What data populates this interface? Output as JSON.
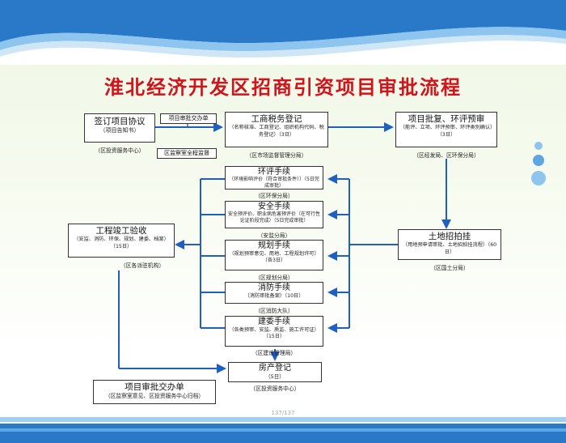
{
  "title": "淮北经济开发区招商引资项目审批流程",
  "page_number": "137/137",
  "nodes": {
    "sign": {
      "title": "签订项目协议",
      "sub": "（项目告知书）",
      "caption": "（区投资服务中心）"
    },
    "handover_small": {
      "label": "项目审批交办单"
    },
    "supervision_small": {
      "label": "区监察室全程监督"
    },
    "business": {
      "title": "工商税务登记",
      "sub": "（名称核准、工商登记、组织机构代码、税务登记）（3日）",
      "caption": "（区市场监督管理分局）"
    },
    "approval": {
      "title": "项目批复、环评预审",
      "sub": "（能评、立项、环评预审、环评类别确认）（3日）",
      "caption": "（区经发局、区环保分局）"
    },
    "env": {
      "title": "环评手续",
      "sub": "（环境影响评价（符合审批条件））（5日完成审批）",
      "caption": "（区环保分局）"
    },
    "safety": {
      "title": "安全手续",
      "sub": "安全预评价、职业病危害预评价（在可行性论证阶段完成）（5日完成审批）",
      "caption": "（安监分局）"
    },
    "planning": {
      "title": "规划手续",
      "sub": "（规划预审意见、用地、工程规划许可）（各3日）",
      "caption": "（区规划分局）"
    },
    "fire": {
      "title": "消防手续",
      "sub": "（消防审批备案）（10日）",
      "caption": "（区消防大队）"
    },
    "construction": {
      "title": "建委手续",
      "sub": "（各类预审、安监、质监、施工许可证）（15日）",
      "caption": "（区建设管理局）"
    },
    "property": {
      "title": "房产登记",
      "sub": "（5日）",
      "caption": "（区投资服务中心）"
    },
    "land": {
      "title": "土地招拍挂",
      "sub": "（用地预申请审批、土地招拍挂流程）（60日）",
      "caption": "（区国土分局）"
    },
    "acceptance": {
      "title": "工程竣工验收",
      "sub": "（安监、消防、环保、规划、建委、档案）（15日）",
      "caption": "（区各派驻机构）"
    },
    "final": {
      "title": "项目审批交办单",
      "sub": "（区监察室意见、区投资服务中心归档）"
    }
  },
  "colors": {
    "title": "#d0141b",
    "arrow": "#1f5fc0",
    "band_dark": "#1f6fc4",
    "band_light": "#8fc3ee"
  }
}
